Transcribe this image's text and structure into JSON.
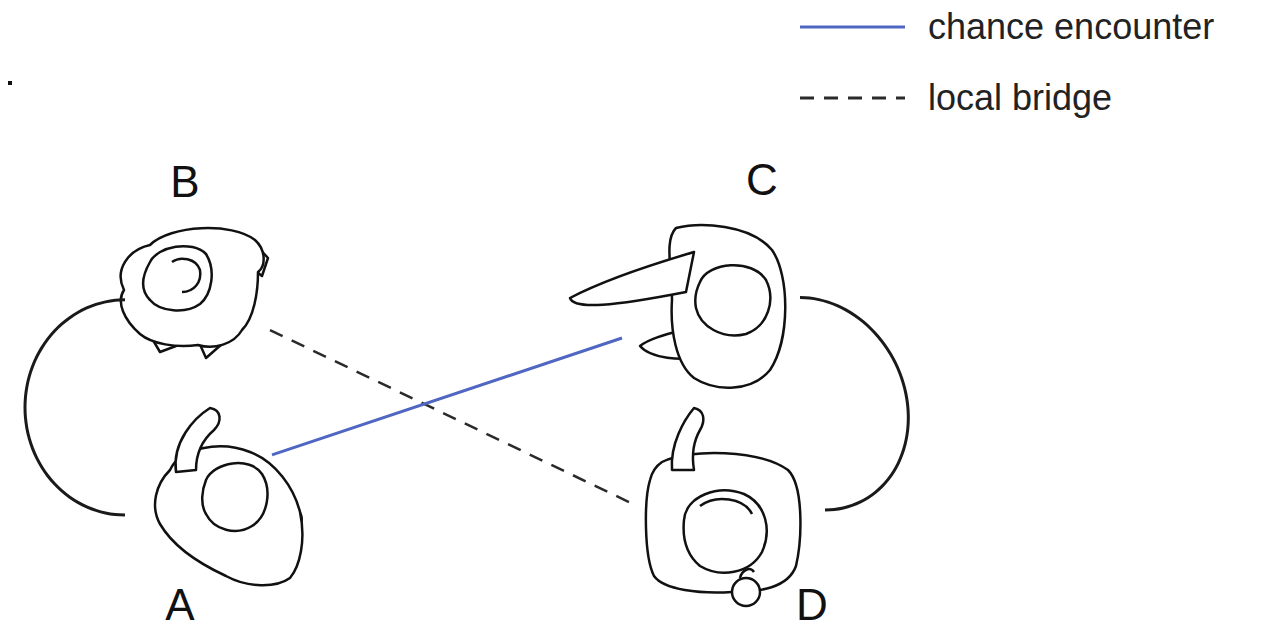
{
  "diagram": {
    "nodes": [
      {
        "text": [
          "B"
        ]
      },
      {
        "text": [
          "C"
        ]
      },
      {
        "text": [
          "A"
        ]
      },
      {
        "text": [
          "D"
        ]
      }
    ],
    "edges": [
      {
        "from": 0,
        "to": 2,
        "arrow": "none"
      },
      {
        "from": 1,
        "to": 3,
        "arrow": "none"
      },
      {
        "from": 0,
        "to": 3,
        "arrow": "none"
      },
      {
        "from": 2,
        "to": 1,
        "arrow": "none"
      }
    ],
    "legend": [
      {
        "text": "chance encounter"
      },
      {
        "text": "local bridge"
      }
    ]
  }
}
